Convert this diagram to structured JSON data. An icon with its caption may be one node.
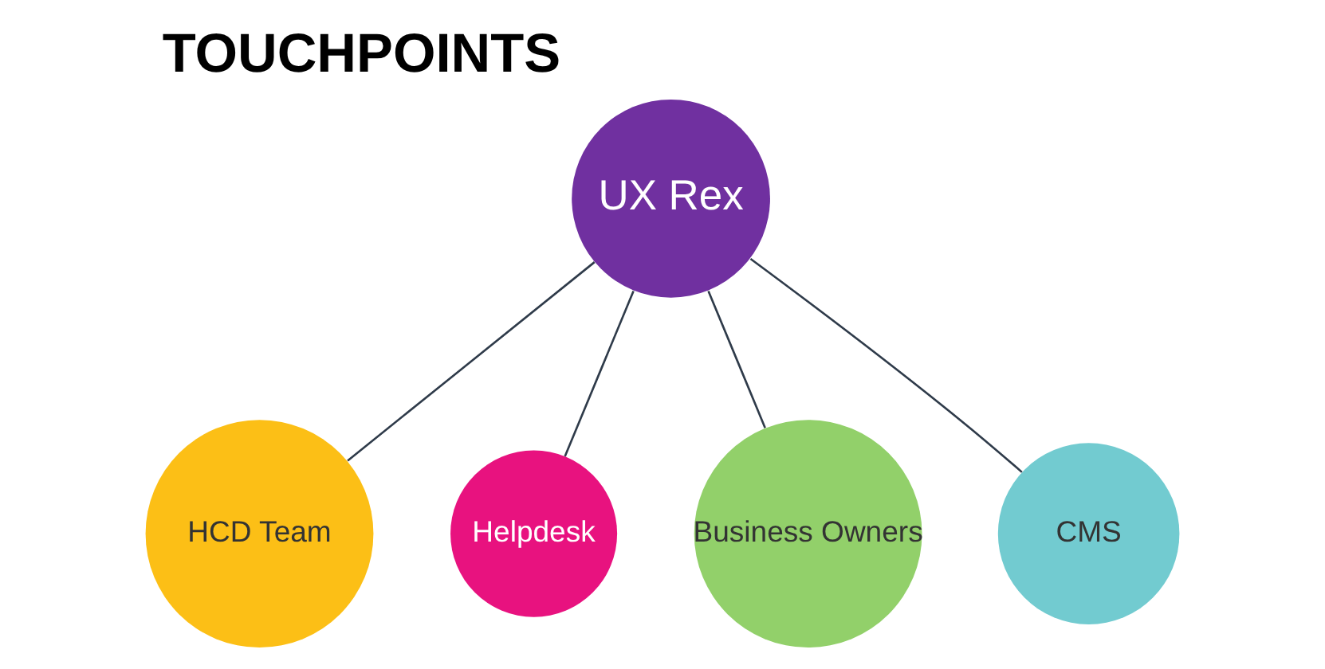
{
  "diagram": {
    "title": "TOUCHPOINTS",
    "nodes": [
      {
        "text": [
          "UX Rex"
        ]
      },
      {
        "text": [
          "HCD Team"
        ]
      },
      {
        "text": [
          "Helpdesk"
        ]
      },
      {
        "text": [
          "Business Owners"
        ]
      },
      {
        "text": [
          "CMS"
        ]
      }
    ],
    "edges": [
      {
        "from": 0,
        "to": 1,
        "arrow": "none"
      },
      {
        "from": 0,
        "to": 2,
        "arrow": "none"
      },
      {
        "from": 0,
        "to": 3,
        "arrow": "none"
      },
      {
        "from": 0,
        "to": 4,
        "arrow": "none"
      }
    ]
  }
}
